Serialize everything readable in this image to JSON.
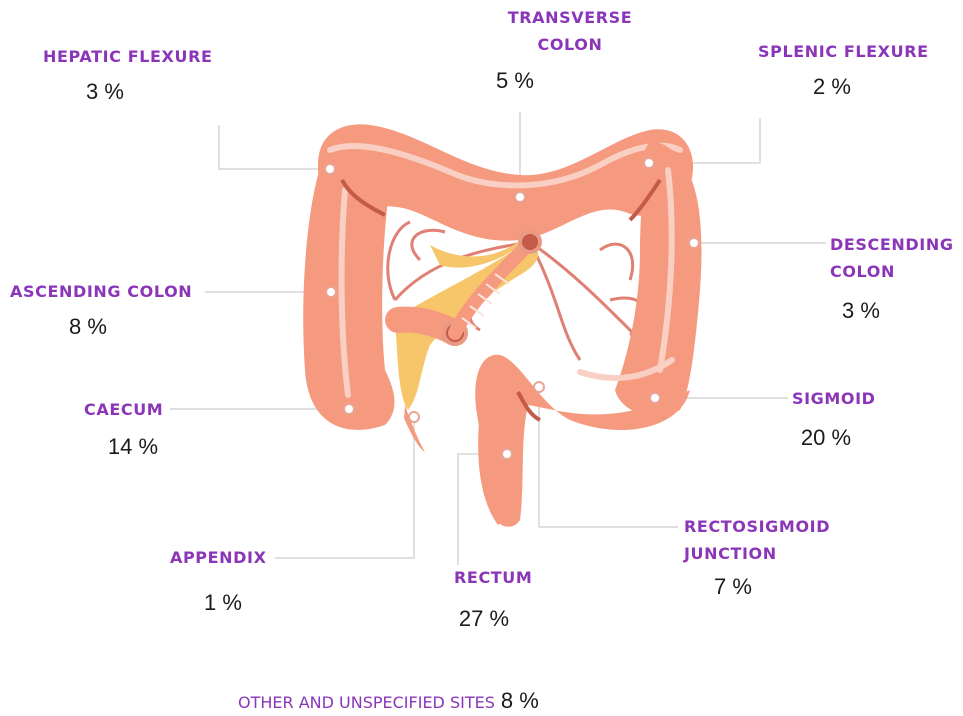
{
  "segments": {
    "transverse_colon": {
      "label": "TRANSVERSE\nCOLON",
      "percent": "5 %"
    },
    "hepatic_flexure": {
      "label": "HEPATIC FLEXURE",
      "percent": "3 %"
    },
    "splenic_flexure": {
      "label": "SPLENIC FLEXURE",
      "percent": "2 %"
    },
    "descending_colon": {
      "label": "DESCENDING\nCOLON",
      "percent": "3 %"
    },
    "ascending_colon": {
      "label": "ASCENDING COLON",
      "percent": "8 %"
    },
    "caecum": {
      "label": "CAECUM",
      "percent": "14 %"
    },
    "sigmoid": {
      "label": "SIGMOID",
      "percent": "20 %"
    },
    "rectosigmoid_junction": {
      "label": "RECTOSIGMOID\nJUNCTION",
      "percent": "7 %"
    },
    "appendix": {
      "label": "APPENDIX",
      "percent": "1 %"
    },
    "rectum": {
      "label": "RECTUM",
      "percent": "27 %"
    }
  },
  "other": {
    "label": "OTHER AND UNSPECIFIED SITES",
    "percent": "8 %"
  },
  "colors": {
    "label": "#8b35b8",
    "colon": "#f59a7f",
    "colon_dark": "#c45a48",
    "highlight": "#f9cfc4",
    "fat": "#f7c56a",
    "vessel": "#e07f73",
    "leader": "#d6d6d6"
  }
}
